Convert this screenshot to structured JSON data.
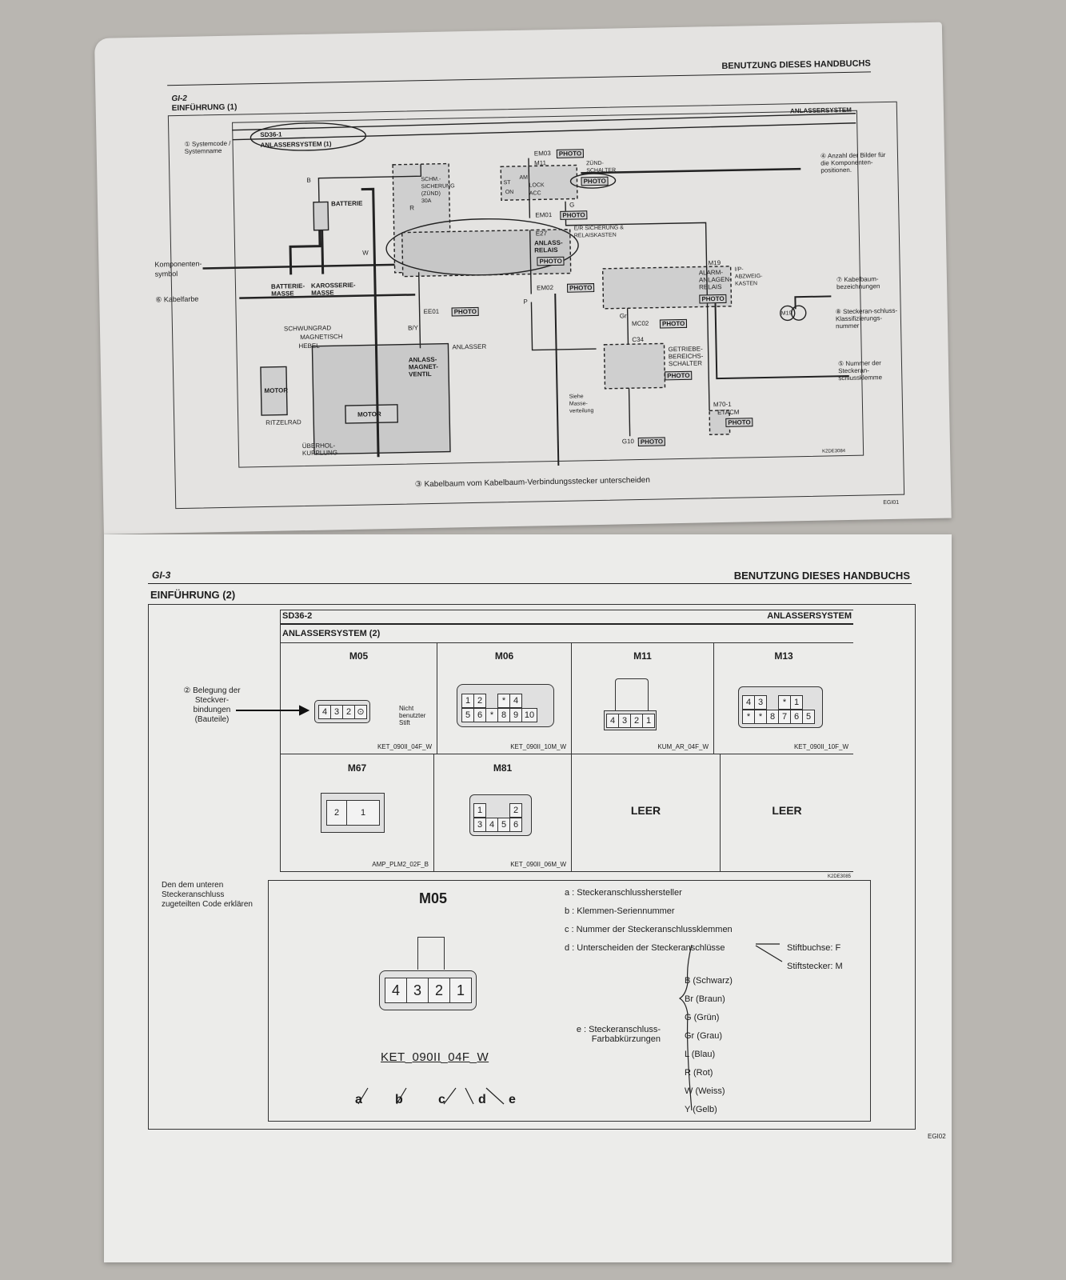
{
  "top_page": {
    "running_header": "BENUTZUNG DIESES HANDBUCHS",
    "page_code": "GI-2",
    "section_title": "EINFÜHRUNG (1)",
    "frame_title": "ANLASSERSYSTEM",
    "system_code": "SD36-1",
    "system_name": "ANLASSERSYSTEM (1)",
    "callouts": {
      "c1": "① Systemcode / Systemname",
      "c4": "④ Anzahl der Bilder für die Komponenten-positionen.",
      "komponenten": "Komponenten-symbol",
      "c6": "⑥ Kabelfarbe",
      "c7": "⑦ Kabelbaum-bezeichnungen",
      "c8": "⑧ Steckeran-schluss-Klassifizierungs-nummer",
      "c5": "⑤ Nummer der Steckeran-schlussklemme",
      "c3": "③ Kabelbaum vom Kabelbaum-Verbindungsstecker unterscheiden"
    },
    "components": {
      "batterie": "BATTERIE",
      "batterie_masse": "BATTERIE-MASSE",
      "karosserie_masse": "KAROSSERIE-MASSE",
      "sicherung": "SCHM.-SICHERUNG (ZÜND) 30A",
      "anlass_relais": "ANLASS-RELAIS",
      "er_kasten": "E/R SICHERUNG & RELAISKASTEN",
      "zuend": "ZÜND-SCHALTER",
      "alarm": "ALARM-ANLAGEN-RELAIS",
      "ip_kasten": "I/P-ABZWEIG-KASTEN",
      "getriebe": "GETRIEBE-BEREICHS-SCHALTER",
      "anlasser": "ANLASSER",
      "magnetventil": "ANLASS-MAGNET-VENTIL",
      "schwungrad": "SCHWUNGRAD",
      "magnetisch": "MAGNETISCH",
      "hebel": "HEBEL",
      "motor": "MOTOR",
      "ritzelrad": "RITZELRAD",
      "ueberhol": "ÜBERHOL-KUPPLUNG",
      "etacm": "ETACM",
      "masse": "Siehe Masse-verteilung",
      "connectors": [
        "EM03",
        "M11",
        "EM01",
        "E27",
        "EM02",
        "EE01",
        "M19",
        "MC02",
        "C34",
        "G10",
        "M70-1"
      ],
      "photo": "PHOTO",
      "lock": "LOCK",
      "acc": "ACC",
      "am": "AM",
      "on": "ON",
      "st": "ST",
      "m19": "M19",
      "wire_colors": [
        "B",
        "W",
        "R",
        "P",
        "B/Y",
        "Gr",
        "G"
      ]
    },
    "figure_code": "K2DE3084",
    "footer_code": "EGI01"
  },
  "bottom_page": {
    "page_code": "GI-3",
    "running_header": "BENUTZUNG DIESES HANDBUCHS",
    "section_title": "EINFÜHRUNG (2)",
    "system_code": "SD36-2",
    "frame_title": "ANLASSERSYSTEM",
    "system_name": "ANLASSERSYSTEM (2)",
    "callout_belegung": "② Belegung der Steckver-bindungen (Bauteile)",
    "nicht_benutzt": "Nicht benutzter Stift",
    "connectors": [
      {
        "name": "M05",
        "code": "KET_090II_04F_W",
        "pins": [
          "4",
          "3",
          "2",
          "⊙"
        ]
      },
      {
        "name": "M06",
        "code": "KET_090II_10M_W",
        "pins": [
          "1",
          "2",
          "*",
          "4",
          "5",
          "6",
          "*",
          "8",
          "9",
          "10"
        ]
      },
      {
        "name": "M11",
        "code": "KUM_AR_04F_W",
        "pins": [
          "4",
          "3",
          "2",
          "1"
        ]
      },
      {
        "name": "M13",
        "code": "KET_090II_10F_W",
        "pins": [
          "4",
          "3",
          "*",
          "1",
          "*",
          "*",
          "8",
          "7",
          "6",
          "5"
        ]
      },
      {
        "name": "M67",
        "code": "AMP_PLM2_02F_B",
        "pins": [
          "2",
          "1"
        ]
      },
      {
        "name": "M81",
        "code": "KET_090II_06M_W",
        "pins": [
          "1",
          "2",
          "3",
          "4",
          "5",
          "6"
        ]
      },
      {
        "name": "LEER"
      },
      {
        "name": "LEER"
      }
    ],
    "figure_code": "K2DE3085",
    "explain_label": "Den dem unteren Steckeranschluss zugeteilten Code erklären",
    "example": {
      "name": "M05",
      "pins": [
        "4",
        "3",
        "2",
        "1"
      ],
      "code_parts": [
        "KET",
        "090II",
        "04F",
        "W"
      ],
      "letters": [
        "a",
        "b",
        "c",
        "d",
        "e"
      ]
    },
    "legend": {
      "a": "a : Steckeranschlusshersteller",
      "b": "b : Klemmen-Seriennummer",
      "c": "c : Nummer der Steckeranschlussklemmen",
      "d": "d : Unterscheiden der Steckeranschlüsse",
      "d_f": "Stiftbuchse: F",
      "d_m": "Stiftstecker: M",
      "e": "e : Steckeranschluss-Farbabkürzungen",
      "colors": [
        "B (Schwarz)",
        "Br (Braun)",
        "G (Grün)",
        "Gr (Grau)",
        "L (Blau)",
        "R (Rot)",
        "W (Weiss)",
        "Y (Gelb)"
      ]
    },
    "footer_code": "EGI02"
  }
}
